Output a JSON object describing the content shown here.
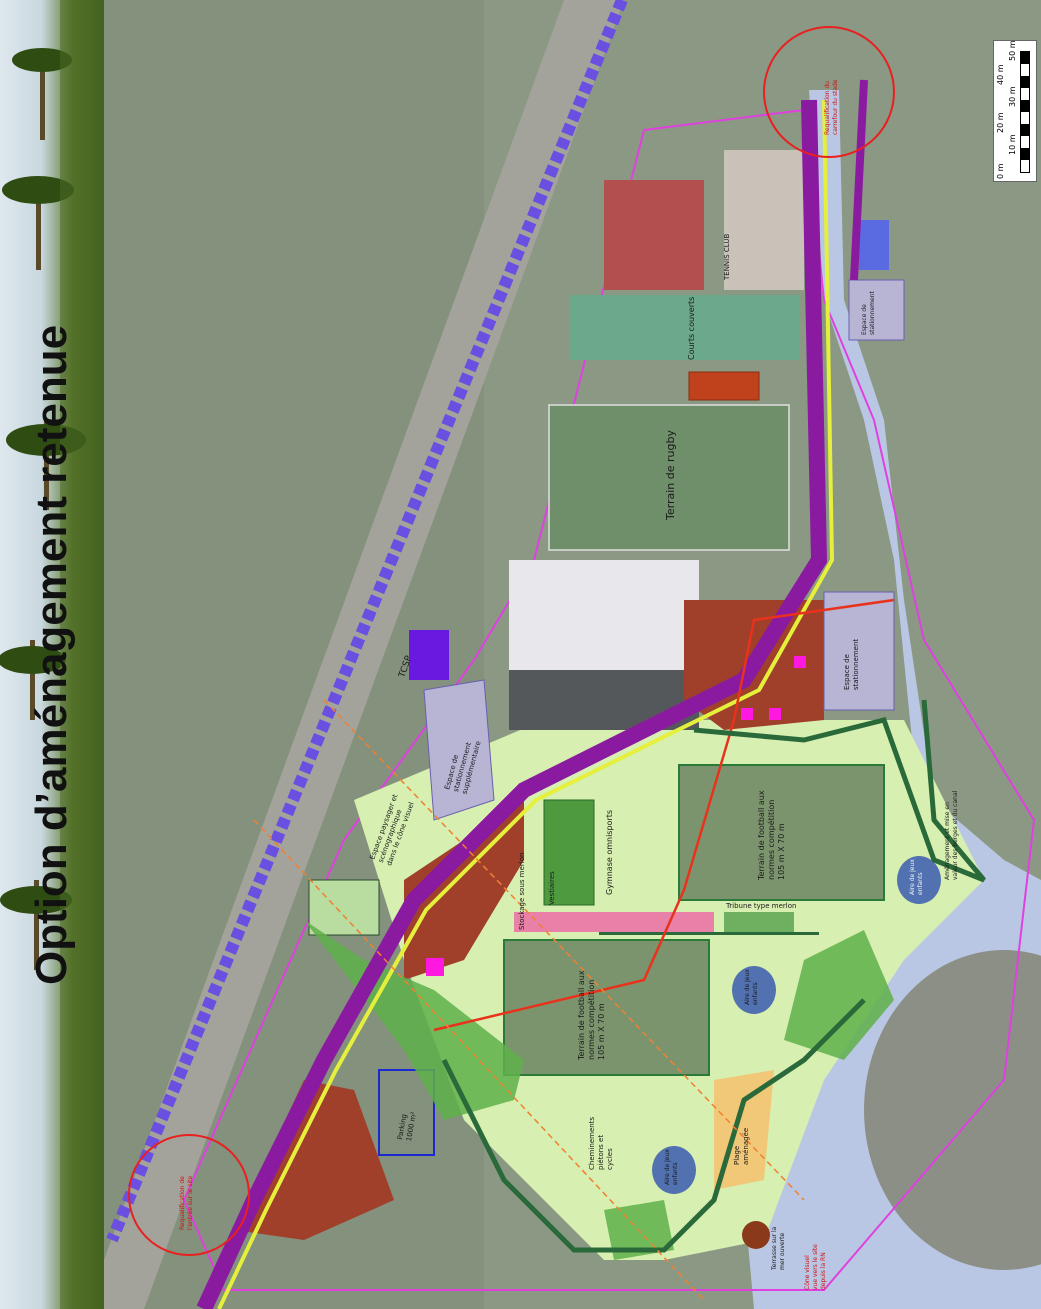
{
  "title": "Option d’aménagement retenue",
  "labels": {
    "tcsp": "TCSP",
    "tennis_club": "TENNIS CLUB",
    "courts_couverts": "Courts couverts",
    "terrain_rugby": "Terrain de rugby",
    "gymnase": "Gymnase omnisports",
    "vestiaires": "Vestiaires",
    "stockage": "Stockage sous merlon",
    "tribune": "Tribune type merlon",
    "foot1": [
      "Terrain de football aux",
      "normes compétition",
      "105 m X 70 m"
    ],
    "foot2": [
      "Terrain de football aux",
      "normes compétition",
      "105 m X 70 m"
    ],
    "espace_paysager": [
      "Espace paysager et",
      "scénographique",
      "dans le cône visuel"
    ],
    "espace_stationnement_1": [
      "Espace de",
      "stationnement",
      "supplémentaire"
    ],
    "espace_stationnement_2": [
      "Espace de",
      "stationnement"
    ],
    "espace_stationnement_3": [
      "Espace de",
      "stationnement"
    ],
    "parking": [
      "Parking",
      "1000 m²"
    ],
    "aire_jeux_1": [
      "Aire de jeux",
      "enfants"
    ],
    "aire_jeux_2": [
      "Aire de jeux",
      "enfants"
    ],
    "aire_jeux_3": [
      "Aire de jeux",
      "enfants"
    ],
    "plage": [
      "Plage",
      "aménagée"
    ],
    "cheminement": [
      "Cheminements",
      "piétons et",
      "cycles"
    ],
    "terrasse": [
      "Terrasse sur la",
      "mer ouverte"
    ],
    "cone_visuel": [
      "Cône visuel",
      "vue vers le site",
      "depuis la RN"
    ],
    "requalif_top": [
      "Requalification du",
      "carrefour du stade"
    ],
    "requalif_bottom": [
      "Requalification de",
      "l'entrée sur le site"
    ],
    "amenagement_berges": [
      "Aménagement et mise en",
      "valeur des berges et du canal"
    ]
  },
  "scale": {
    "ticks": [
      "0 m",
      "10 m",
      "20 m",
      "30 m",
      "40 m",
      "50 m"
    ]
  },
  "colors": {
    "primary_route": "#8a1aa0",
    "secondary_route": "#e4f03c",
    "tcsp": "#6a4fe0",
    "green_space": "#d7efb0",
    "woodland": "#5fb04a",
    "brick": "#a0402a",
    "water": "#b9c7e4",
    "red_line": "#e8321c",
    "dark_path": "#2a6a3a",
    "site_boundary": "#e040e0"
  }
}
